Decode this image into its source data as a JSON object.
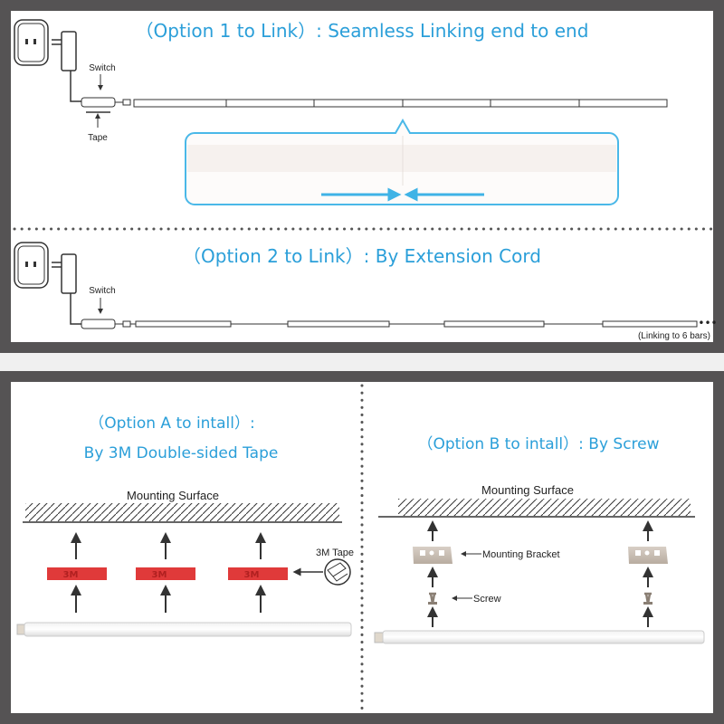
{
  "option1": {
    "title": "（Option 1 to Link）: Seamless Linking end to end",
    "switch_label": "Switch",
    "tape_label": "Tape"
  },
  "option2": {
    "title": "（Option 2 to Link）: By Extension Cord",
    "switch_label": "Switch",
    "linking_note": "(Linking to 6 bars)"
  },
  "optionA": {
    "title_line1": "（Option A to intall）:",
    "title_line2": "By 3M Double-sided Tape",
    "surface_label": "Mounting Surface",
    "tape_label": "3M Tape",
    "tape_marking": "3M"
  },
  "optionB": {
    "title": "（Option B to intall）: By Screw",
    "surface_label": "Mounting Surface",
    "bracket_label": "Mounting Bracket",
    "screw_label": "Screw"
  },
  "colors": {
    "accent": "#2b9fd9",
    "tape": "#e03a3a",
    "frame": "#555354"
  }
}
